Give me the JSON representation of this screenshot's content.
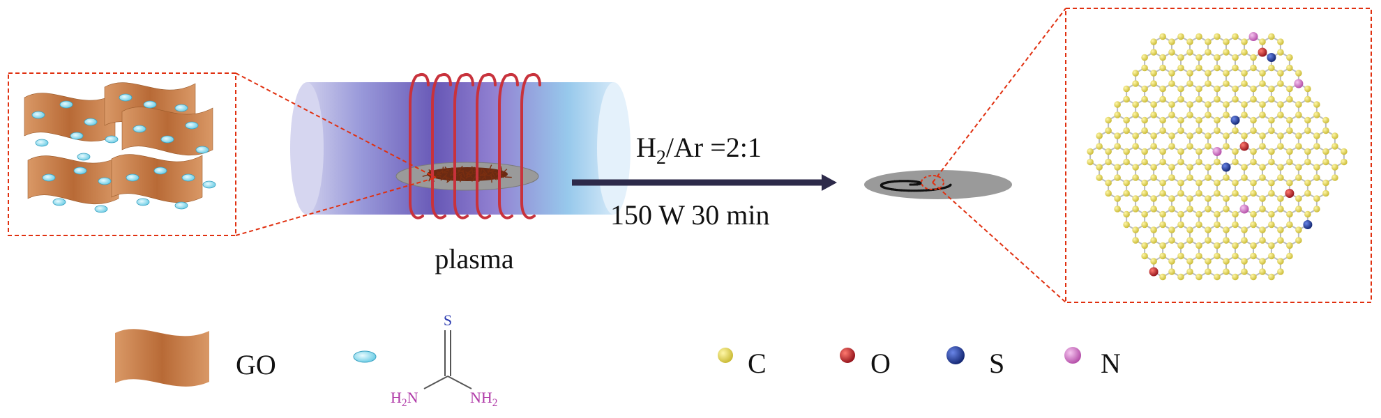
{
  "process": {
    "label": "plasma",
    "gas_prefix": "H",
    "gas_subscript": "2",
    "gas_suffix": "/Ar =2:1",
    "conditions": "150 W  30 min"
  },
  "legend": {
    "go_label": "GO",
    "thiourea": {
      "s_label": "S",
      "left_amine_prefix": "H",
      "left_amine_sub": "2",
      "left_amine_suffix": "N",
      "right_amine_prefix": "NH",
      "right_amine_sub": "2"
    },
    "atoms": [
      {
        "symbol": "C",
        "color": "#e0d24a"
      },
      {
        "symbol": "O",
        "color": "#c0202a"
      },
      {
        "symbol": "S",
        "color": "#1f3a9e"
      },
      {
        "symbol": "N",
        "color": "#d470c8"
      }
    ]
  },
  "colors": {
    "go_sheet": "#c97a45",
    "thiourea_dot": "#8fe0f0",
    "coil": "#c8323c",
    "dashed_box": "#e03010",
    "arrow": "#2d2a4a",
    "amine_text": "#b03aa8",
    "sulfur_text": "#2a3ab0",
    "carbon_atom": "#e0d24a",
    "bond": "#b9bcc0"
  }
}
